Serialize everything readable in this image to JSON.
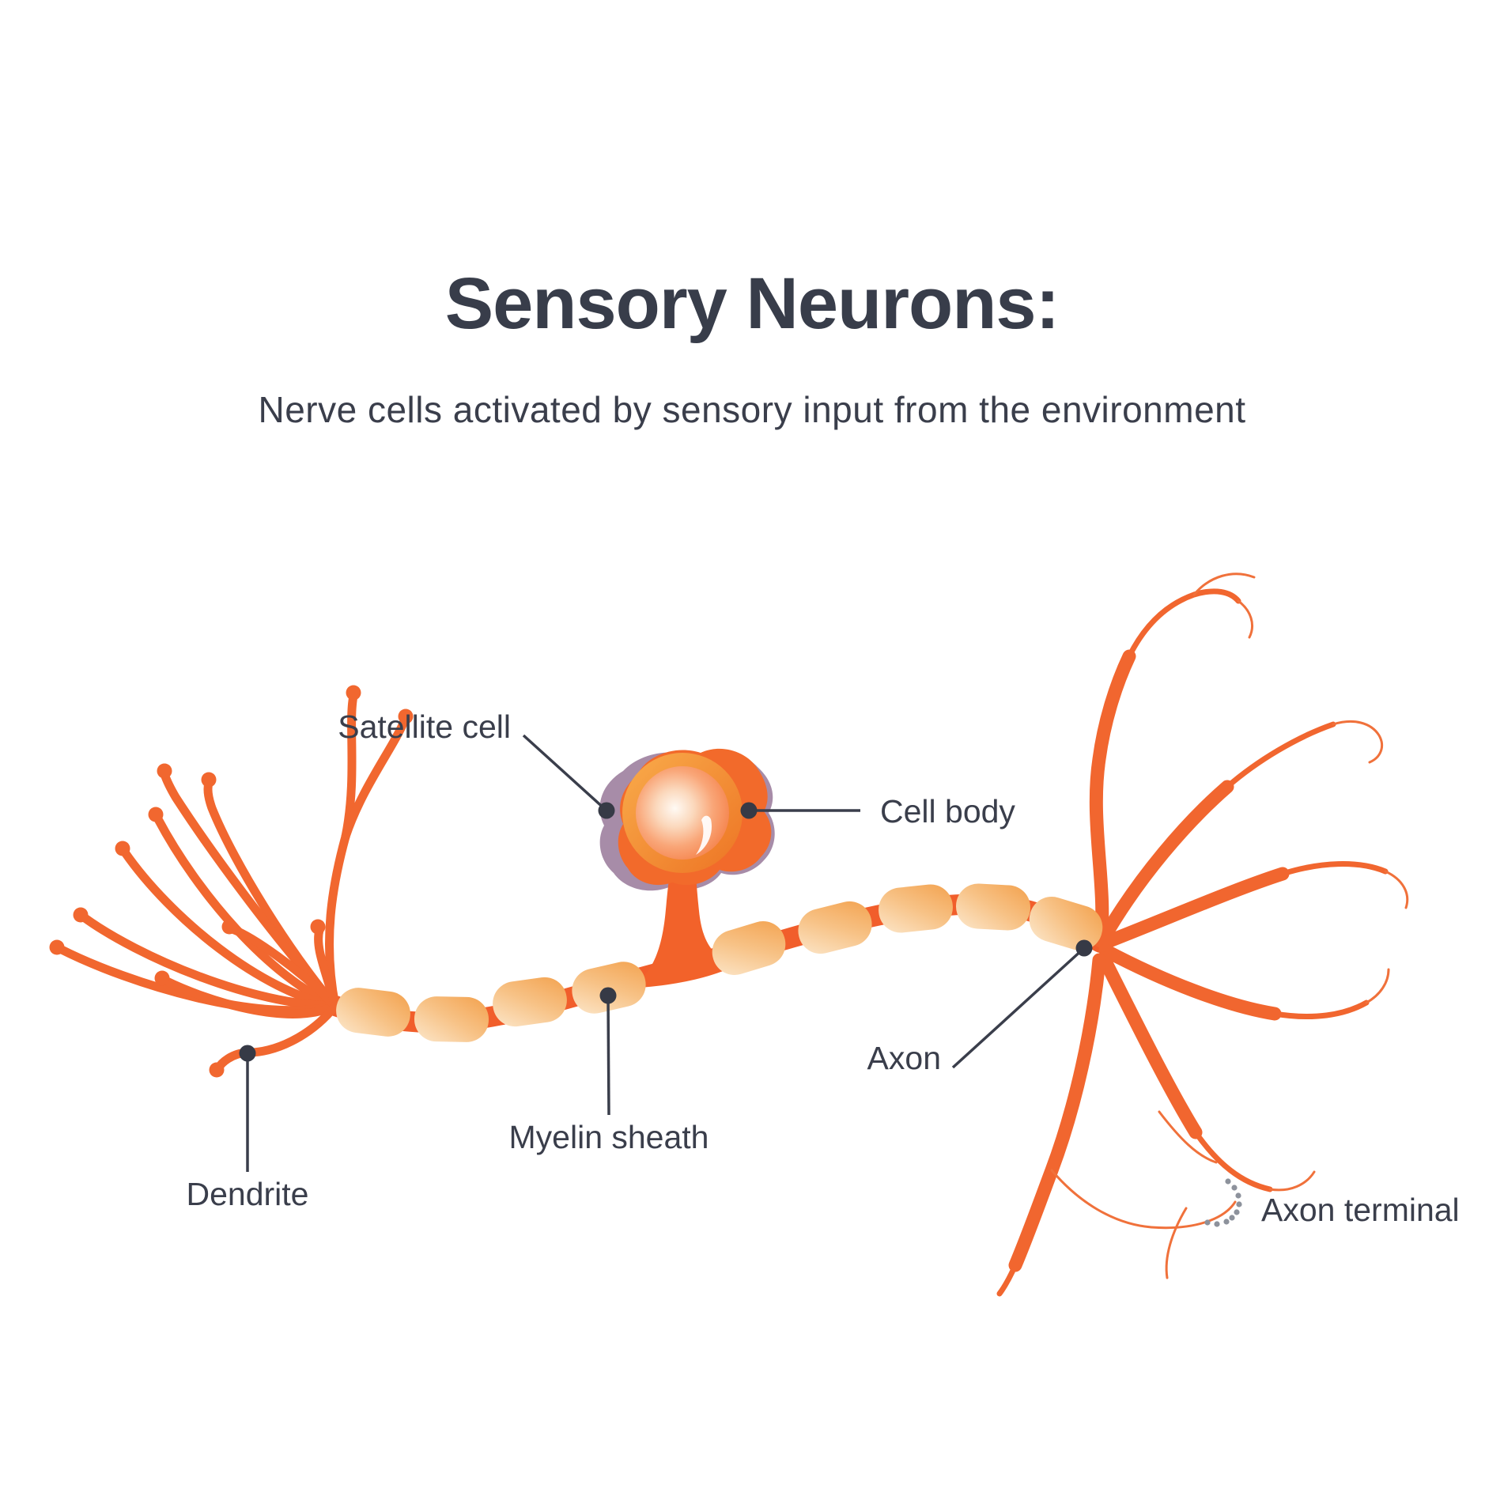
{
  "title": "Sensory Neurons:",
  "subtitle": "Nerve cells activated by sensory input from the environment",
  "labels": {
    "satellite": "Satellite cell",
    "cell_body": "Cell body",
    "axon": "Axon",
    "myelin": "Myelin sheath",
    "dendrite": "Dendrite",
    "axon_terminal": "Axon terminal"
  },
  "colors": {
    "background": "#FFFFFF",
    "ink_text": "#3A3E4B",
    "title_ink": "#383D4A",
    "leader_dot": "#363A46",
    "neuron_orange": "#F1662F",
    "axon_orange": "#F15E2B",
    "cell_body_orange": "#F26A2B",
    "myelin_light": "#FCE7CB",
    "myelin_dark": "#F3A14D",
    "satellite_purple": "#A78CA8",
    "nucleus_center": "#FFFAF4",
    "nucleus_edge": "#F4814C",
    "nucleus_highlight": "#FFFFFF",
    "terminal_dot_gray": "#8D929C"
  }
}
